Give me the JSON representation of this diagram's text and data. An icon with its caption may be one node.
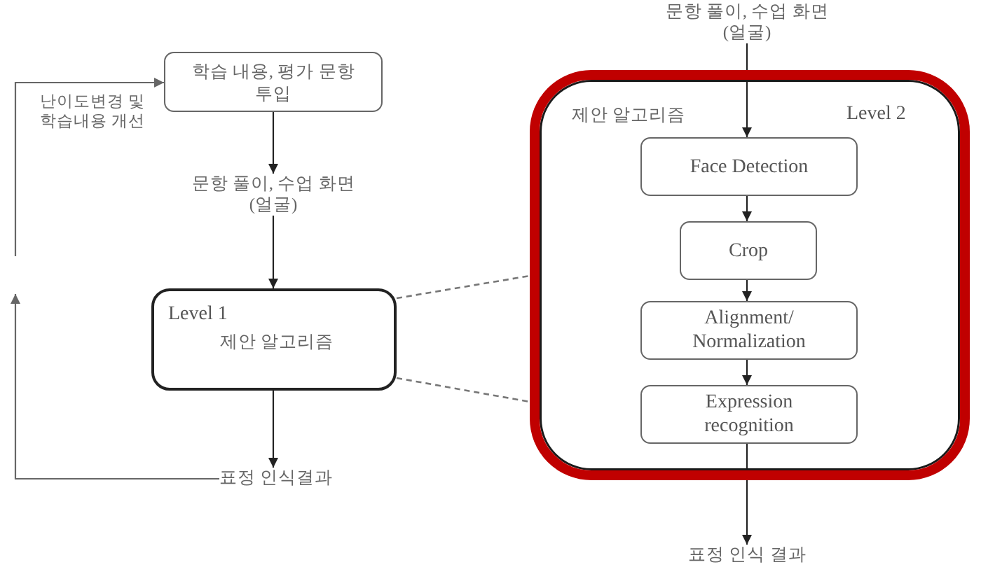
{
  "diagram": {
    "nodes": [
      {
        "text": [
          "학습 내용, 평가 문항 투입"
        ]
      },
      {
        "text": [
          "문항 풀이, 수업 화면 (얼굴)"
        ]
      },
      {
        "text": [
          "Level 1",
          "제안 알고리즘"
        ]
      },
      {
        "text": [
          "표정 인식결과"
        ]
      },
      {
        "text": [
          "문항 풀이, 수업 화면 (얼굴)"
        ]
      },
      {
        "text": [
          "제안 알고리즘",
          "Level 2"
        ]
      },
      {
        "text": [
          "Face Detection"
        ],
        "in": 5
      },
      {
        "text": [
          "Crop"
        ],
        "in": 5
      },
      {
        "text": [
          "Alignment/ Normalization"
        ],
        "in": 5
      },
      {
        "text": [
          "Expression recognition"
        ],
        "in": 5
      },
      {
        "text": [
          "표정 인식 결과"
        ]
      }
    ],
    "edges": [
      {
        "from": 0,
        "to": 1,
        "arrow": "to"
      },
      {
        "from": 1,
        "to": 2,
        "arrow": "to"
      },
      {
        "from": 2,
        "to": 3,
        "arrow": "to"
      },
      {
        "from": 3,
        "to": null,
        "arrow": "to",
        "color": "#666666"
      },
      {
        "from": null,
        "to": 0,
        "arrow": "to",
        "label": "난이도변경 및 학습내용 개선",
        "color": "#666666"
      },
      {
        "from": 2,
        "to": 5,
        "arrow": "none",
        "style": "dashed",
        "color": "#777777"
      },
      {
        "from": 2,
        "to": 5,
        "arrow": "none",
        "style": "dashed",
        "color": "#777777"
      },
      {
        "from": 4,
        "to": 6,
        "arrow": "to"
      },
      {
        "from": 6,
        "to": 7,
        "arrow": "to"
      },
      {
        "from": 7,
        "to": 8,
        "arrow": "to"
      },
      {
        "from": 8,
        "to": 9,
        "arrow": "to"
      },
      {
        "from": 9,
        "to": 10,
        "arrow": "to"
      }
    ]
  }
}
